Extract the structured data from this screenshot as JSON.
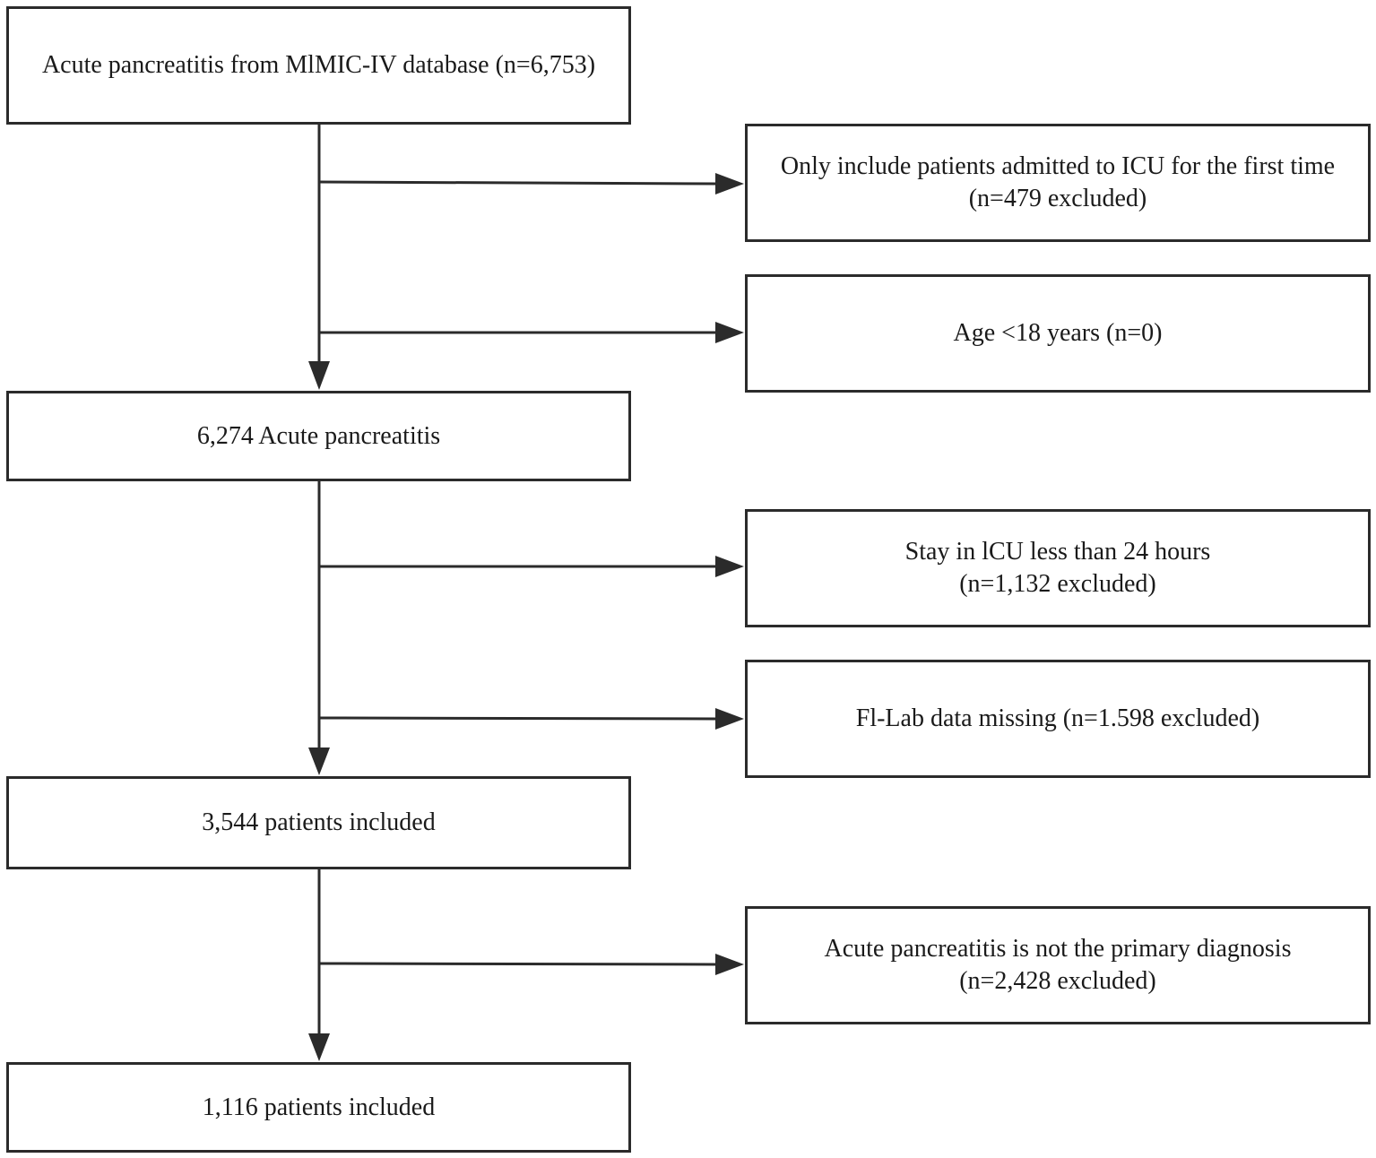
{
  "flow": {
    "start": {
      "text": "Acute pancreatitis from MlMIC-IV database (n=6,753)"
    },
    "step1": {
      "text": "6,274 Acute pancreatitis"
    },
    "step2": {
      "text": "3,544 patients included"
    },
    "final": {
      "text": "1,116 patients included"
    }
  },
  "exclusions": {
    "first_icu": {
      "line1": "Only include patients admitted to ICU for the first time",
      "line2": "(n=479 excluded)"
    },
    "age": {
      "line1": "Age <18 years (n=0)"
    },
    "icu_stay": {
      "line1": "Stay in lCU less than 24 hours",
      "line2": "(n=1,132 excluded)"
    },
    "lab_missing": {
      "line1": "Fl-Lab data missing (n=1.598 excluded)"
    },
    "primary_dx": {
      "line1": "Acute pancreatitis is not the primary diagnosis",
      "line2": "(n=2,428 excluded)"
    }
  },
  "colors": {
    "stroke": "#2b2b2b",
    "text": "#1a1a1a",
    "background": "#ffffff"
  }
}
